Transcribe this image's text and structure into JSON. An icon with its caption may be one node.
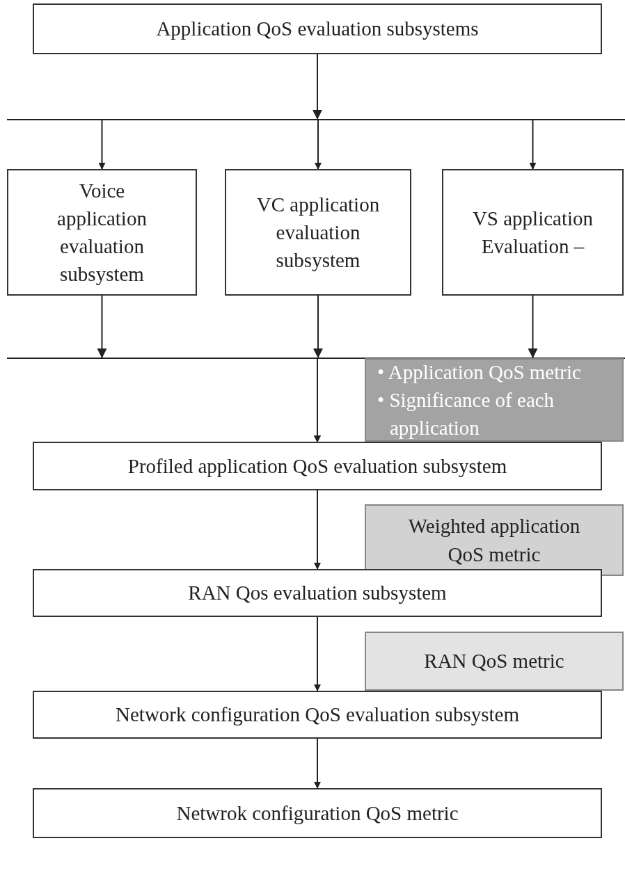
{
  "diagram": {
    "nodes": [
      {
        "text": [
          "Application QoS evaluation subsystems"
        ]
      },
      {
        "text": [
          "Voice application evaluation subsystem"
        ]
      },
      {
        "text": [
          "VC application evaluation subsystem"
        ]
      },
      {
        "text": [
          "VS application Evaluation –"
        ]
      },
      {
        "text": [
          "• Application QoS metric",
          "• Significance of each application"
        ]
      },
      {
        "text": [
          "Profiled application QoS evaluation subsystem"
        ]
      },
      {
        "text": [
          "Weighted application QoS metric"
        ]
      },
      {
        "text": [
          "RAN Qos evaluation subsystem"
        ]
      },
      {
        "text": [
          "RAN QoS metric"
        ]
      },
      {
        "text": [
          "Network configuration QoS evaluation subsystem"
        ]
      },
      {
        "text": [
          "Netwrok configuration QoS metric"
        ]
      }
    ],
    "edges": [
      {
        "from": 0,
        "to": 1,
        "arrow": "to"
      },
      {
        "from": 0,
        "to": 2,
        "arrow": "to"
      },
      {
        "from": 0,
        "to": 3,
        "arrow": "to"
      },
      {
        "from": 1,
        "to": 5,
        "arrow": "to"
      },
      {
        "from": 2,
        "to": 5,
        "arrow": "to"
      },
      {
        "from": 3,
        "to": 5,
        "arrow": "to"
      },
      {
        "from": 5,
        "to": 7,
        "arrow": "to"
      },
      {
        "from": 7,
        "to": 9,
        "arrow": "to"
      },
      {
        "from": 9,
        "to": 10,
        "arrow": "to"
      }
    ]
  }
}
